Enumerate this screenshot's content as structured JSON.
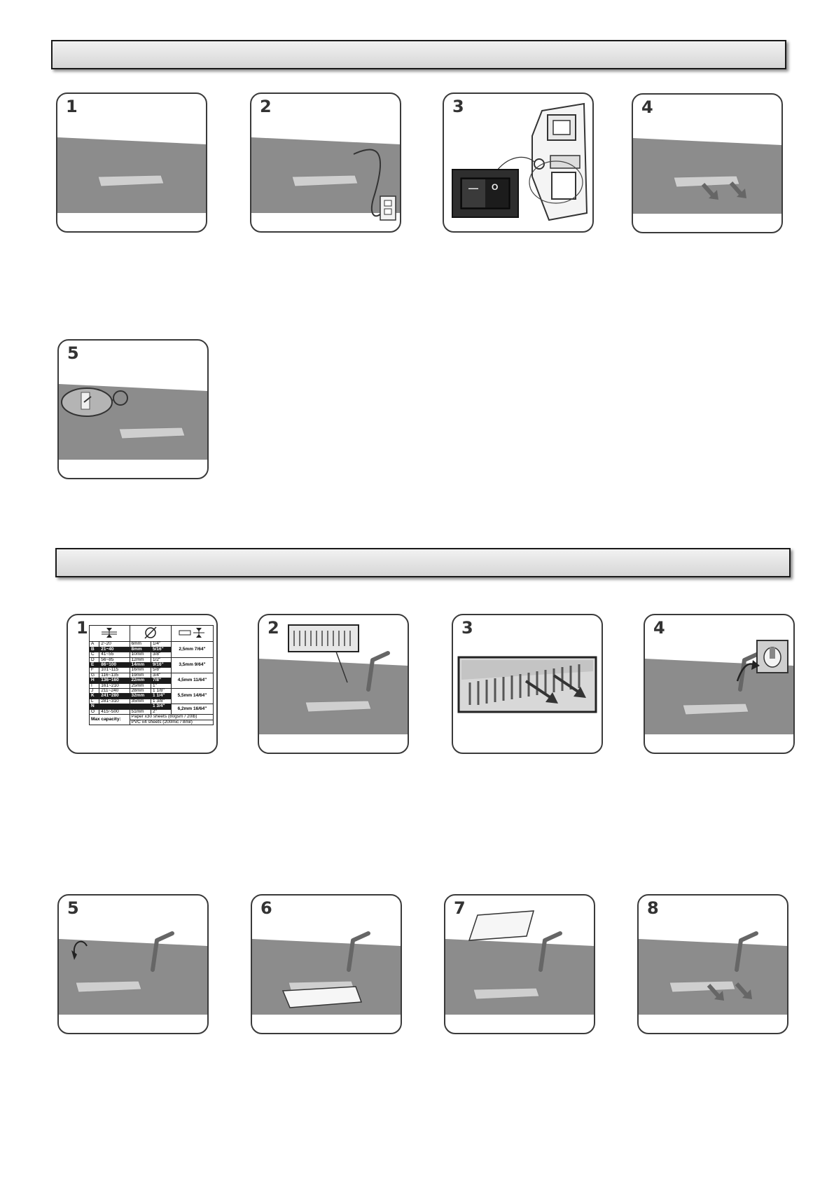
{
  "sections": [
    {
      "steps": [
        {
          "number": "1"
        },
        {
          "number": "2"
        },
        {
          "number": "3"
        },
        {
          "number": "4"
        },
        {
          "number": "5"
        }
      ]
    },
    {
      "steps": [
        {
          "number": "1"
        },
        {
          "number": "2"
        },
        {
          "number": "3"
        },
        {
          "number": "4"
        },
        {
          "number": "5"
        },
        {
          "number": "6"
        },
        {
          "number": "7"
        },
        {
          "number": "8"
        }
      ]
    }
  ],
  "capacity_table": {
    "rows": [
      {
        "letter": "A",
        "range": "2~20",
        "mm": "6mm",
        "inch": "1/4\"",
        "dark": false
      },
      {
        "letter": "B",
        "range": "21~40",
        "mm": "8mm",
        "inch": "5/16\"",
        "dark": true
      },
      {
        "letter": "C",
        "range": "41~55",
        "mm": "10mm",
        "inch": "3/8\"",
        "dark": false
      },
      {
        "letter": "D",
        "range": "56~85",
        "mm": "12mm",
        "inch": "1/2\"",
        "dark": false
      },
      {
        "letter": "E",
        "range": "86~100",
        "mm": "14mm",
        "inch": "9/16\"",
        "dark": true
      },
      {
        "letter": "F",
        "range": "101~115",
        "mm": "16mm",
        "inch": "5/8\"",
        "dark": false
      },
      {
        "letter": "G",
        "range": "116~135",
        "mm": "19mm",
        "inch": "3/4\"",
        "dark": false
      },
      {
        "letter": "H",
        "range": "136~160",
        "mm": "22mm",
        "inch": "7/8\"",
        "dark": true
      },
      {
        "letter": "I",
        "range": "161~210",
        "mm": "25mm",
        "inch": "1\"",
        "dark": false
      },
      {
        "letter": "J",
        "range": "211~240",
        "mm": "28mm",
        "inch": "1 1/8\"",
        "dark": false
      },
      {
        "letter": "K",
        "range": "241~280",
        "mm": "32mm",
        "inch": "1 1/4\"",
        "dark": true
      },
      {
        "letter": "L",
        "range": "281~310",
        "mm": "35mm",
        "inch": "1 3/8\"",
        "dark": false
      },
      {
        "letter": "N",
        "range": "",
        "mm": "",
        "inch": "1 3/4\"",
        "dark": true
      },
      {
        "letter": "O",
        "range": "415~500",
        "mm": "51mm",
        "inch": "2\"",
        "dark": false
      }
    ],
    "groups": [
      {
        "mm": "2,5mm",
        "inch": "7/64\""
      },
      {
        "mm": "3,5mm",
        "inch": "9/64\""
      },
      {
        "mm": "4,5mm",
        "inch": "11/64\""
      },
      {
        "mm": "5,5mm",
        "inch": "14/64\""
      },
      {
        "mm": "6,2mm",
        "inch": "16/64\""
      }
    ],
    "max_capacity_label": "Max capacity:",
    "paper_capacity": "Paper x30 sheets (80gsm / 20lb)",
    "pvc_capacity": "PVC x4 sheets (200mic / 8mil)"
  },
  "switch_symbols": {
    "on": "—",
    "off": "O"
  },
  "colors": {
    "table_surface": "#8c8c8c",
    "machine": "#dcdcdc",
    "frame": "#3a3a3a",
    "banner": "#e0e0e0"
  }
}
